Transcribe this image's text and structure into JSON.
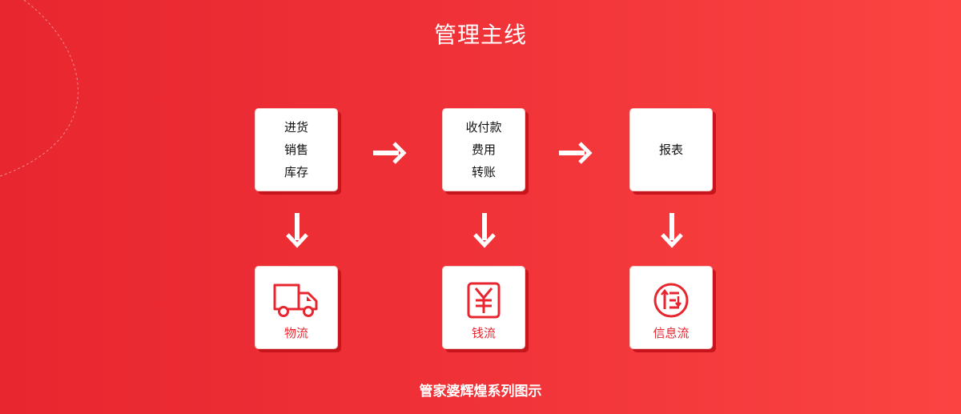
{
  "title": "管理主线",
  "footer": "管家婆辉煌系列图示",
  "colors": {
    "background": "#ef3137",
    "accent": "#e8262f",
    "card": "#ffffff"
  },
  "flow": [
    {
      "lines": [
        "进货",
        "销售",
        "库存"
      ],
      "output": {
        "icon": "truck-icon",
        "label": "物流"
      }
    },
    {
      "lines": [
        "收付款",
        "费用",
        "转账"
      ],
      "output": {
        "icon": "yen-icon",
        "label": "钱流"
      }
    },
    {
      "lines": [
        "报表"
      ],
      "output": {
        "icon": "list-circle-icon",
        "label": "信息流"
      }
    }
  ]
}
